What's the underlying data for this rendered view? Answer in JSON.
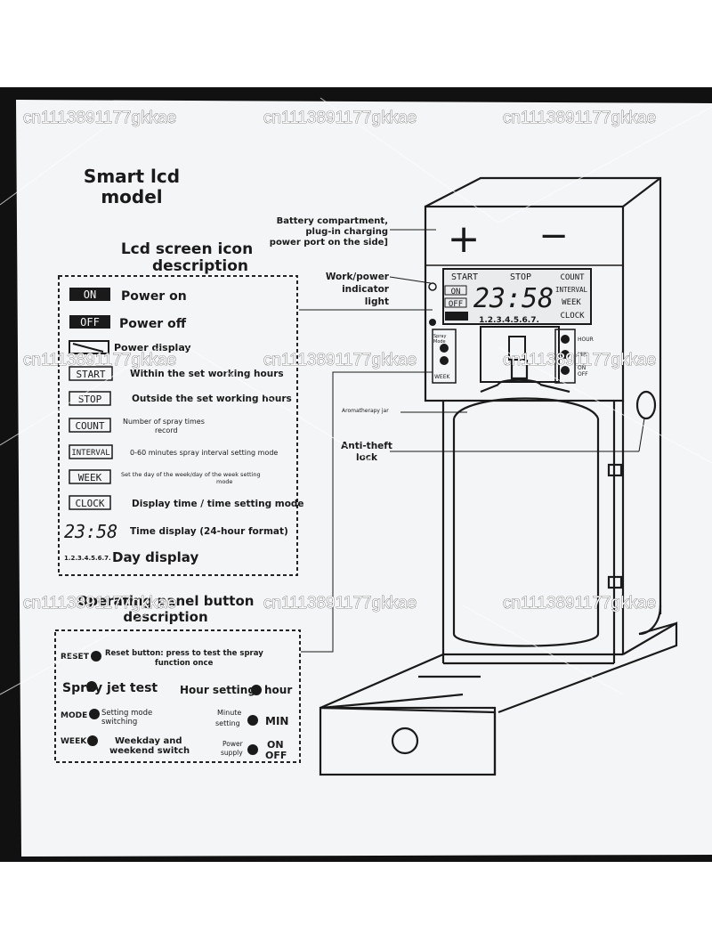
{
  "header": {
    "title_line1": "Smart lcd",
    "title_line2": "model"
  },
  "lcd_section": {
    "title_line1": "Lcd screen icon",
    "title_line2": "description",
    "rows": [
      {
        "icon": "ON",
        "label": "Power on"
      },
      {
        "icon": "OFF",
        "label": "Power off"
      },
      {
        "icon": "battery-icon",
        "label": "Power display"
      },
      {
        "icon": "START",
        "label": "Within the set working hours"
      },
      {
        "icon": "STOP",
        "label": "Outside the set working hours"
      },
      {
        "icon": "COUNT",
        "label_line1": "Number of spray times",
        "label_line2": "record"
      },
      {
        "icon": "INTERVAL",
        "label": "0-60 minutes spray interval setting mode"
      },
      {
        "icon": "WEEK",
        "label_line1": "Set the day of the week/day of the week setting",
        "label_line2": "mode"
      },
      {
        "icon": "CLOCK",
        "label": "Display time / time setting mode"
      },
      {
        "icon": "23:58",
        "label": "Time display (24-hour format)"
      },
      {
        "icon": "1.2.3.4.5.6.7.",
        "label": "Day display"
      }
    ]
  },
  "button_section": {
    "title_line1": "Operating panel button",
    "title_line2": "description",
    "reset_key": "RESET",
    "reset_line1": "Reset button: press to test the spray",
    "reset_line2": "function once",
    "spray_label": "Spray jet test",
    "hour_label": "Hour setting",
    "hour_key": "hour",
    "mode_key": "MODE",
    "mode_line1": "Setting mode",
    "mode_line2": "switching",
    "minute_line1": "Minute",
    "minute_line2": "setting",
    "min_key": "MIN",
    "week_key": "WEEK",
    "week_line1": "Weekday and",
    "week_line2": "weekend switch",
    "power_line1": "Power",
    "power_line2": "supply",
    "on_key": "ON",
    "off_key": "OFF"
  },
  "device": {
    "battery_callout_line1": "Battery compartment,",
    "battery_callout_line2": "plug-in charging",
    "battery_callout_line3": "power port on the side]",
    "plus_sign": "+",
    "minus_sign": "−",
    "work_light_line1": "Work/power",
    "work_light_line2": "indicator",
    "work_light_line3": "light",
    "lcd": {
      "start": "START",
      "stop": "STOP",
      "count": "COUNT",
      "on": "ON",
      "off": "OFF",
      "time": "23:58",
      "interval": "INTERVAL",
      "week": "WEEK",
      "clock": "CLOCK",
      "days": "1.2.3.4.5.6.7."
    },
    "panel_left_1": "Spray",
    "panel_left_2": "Mode",
    "panel_left_3": "WEEK",
    "panel_right_hour": "HOUR",
    "panel_right_min": "MIN",
    "panel_right_on": "ON",
    "panel_right_off": "OFF",
    "jar_label": "Aromatherapy jar",
    "lock_line1": "Anti-theft",
    "lock_line2": "lock"
  },
  "watermarks": [
    "cn1113891177gkkae",
    "cn1113891177gkkae",
    "cn1113891177gkkae",
    "cn1113891177gkkae",
    "cn1113891177gkkae",
    "cn1113891177gkkae",
    "cn1113891177gkkae",
    "cn1113891177gkkae",
    "cn1113891177gkkae"
  ],
  "colors": {
    "paper": "#f3f5f6",
    "ink": "#1a1a1a",
    "frame": "#111111",
    "lcd_panel": "#e9ebec"
  }
}
